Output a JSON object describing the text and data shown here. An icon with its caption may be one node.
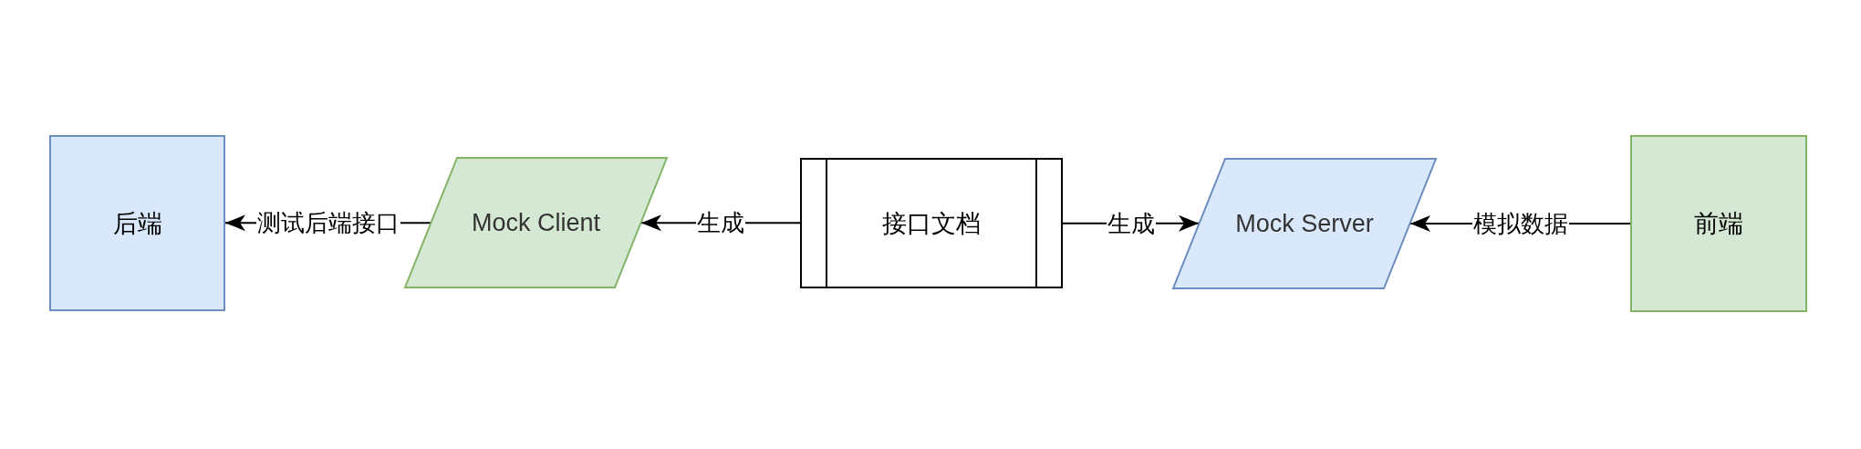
{
  "diagram": {
    "nodes": [
      {
        "text": [
          "后端"
        ]
      },
      {
        "text": [
          "Mock Client"
        ]
      },
      {
        "text": [
          "接口文档"
        ]
      },
      {
        "text": [
          "Mock Server"
        ]
      },
      {
        "text": [
          "前端"
        ]
      }
    ],
    "edges": [
      {
        "from": 1,
        "to": 0,
        "arrow": "to",
        "label": "测试后端接口"
      },
      {
        "from": 2,
        "to": 1,
        "arrow": "to",
        "label": "生成"
      },
      {
        "from": 2,
        "to": 3,
        "arrow": "to",
        "label": "生成"
      },
      {
        "from": 4,
        "to": 3,
        "arrow": "to",
        "label": "模拟数据"
      }
    ]
  }
}
